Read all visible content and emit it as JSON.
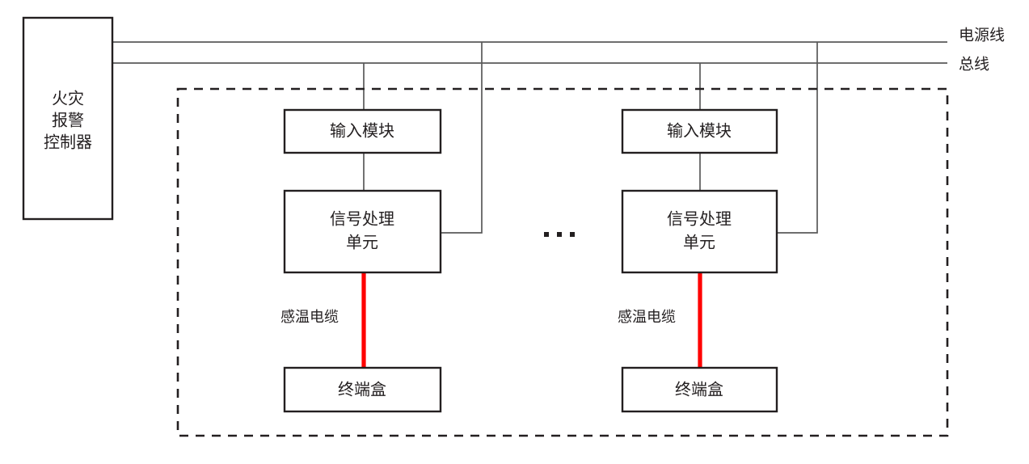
{
  "diagram": {
    "title": "",
    "colors": {
      "line": "#595959",
      "box_stroke": "#231f20",
      "cable": "#ff0000",
      "background": "#ffffff",
      "text": "#231f20"
    },
    "controller": {
      "label_line1": "火灾",
      "label_line2": "报警",
      "label_line3": "控制器"
    },
    "wires": [
      {
        "id": "power",
        "label": "电源线"
      },
      {
        "id": "bus",
        "label": "总线"
      }
    ],
    "enclosure": {
      "label": ""
    },
    "groups": [
      {
        "id": "group-1",
        "input_module_label": "输入模块",
        "signal_unit_label_line1": "信号处理",
        "signal_unit_label_line2": "单元",
        "cable_label": "感温电缆",
        "terminal_box_label": "终端盒"
      },
      {
        "id": "group-2",
        "input_module_label": "输入模块",
        "signal_unit_label_line1": "信号处理",
        "signal_unit_label_line2": "单元",
        "cable_label": "感温电缆",
        "terminal_box_label": "终端盒"
      }
    ],
    "ellipsis": "···"
  }
}
